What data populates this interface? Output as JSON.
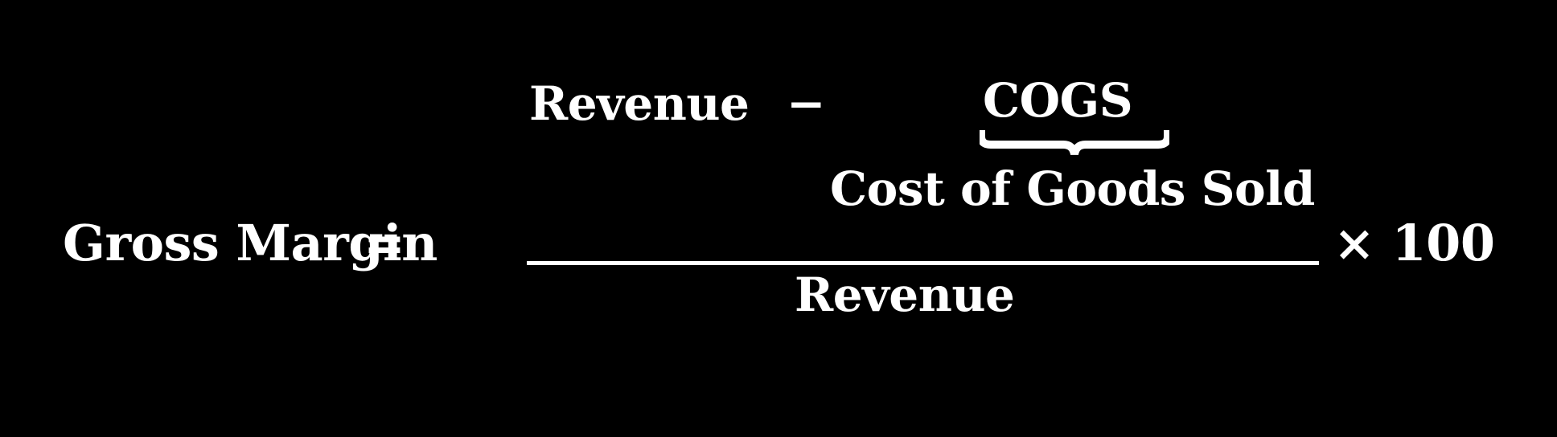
{
  "figure": {
    "background_color": "#000000",
    "text_color": "#ffffff",
    "kind": "math-formula",
    "plain_text": "Gross Margin = (Revenue - COGS) / Revenue x 100"
  },
  "formula": {
    "left_side": {
      "label": "Gross Margin",
      "equals": "="
    },
    "numerator": {
      "first_term": "Revenue",
      "operator": "−",
      "second_term": "COGS",
      "second_term_annotation": "Cost of Goods Sold",
      "brace": "underbrace"
    },
    "denominator": {
      "term": "Revenue"
    },
    "multiplier": {
      "operator": "×",
      "value": "100",
      "combined": "× 100"
    },
    "fraction_bar": "—"
  }
}
